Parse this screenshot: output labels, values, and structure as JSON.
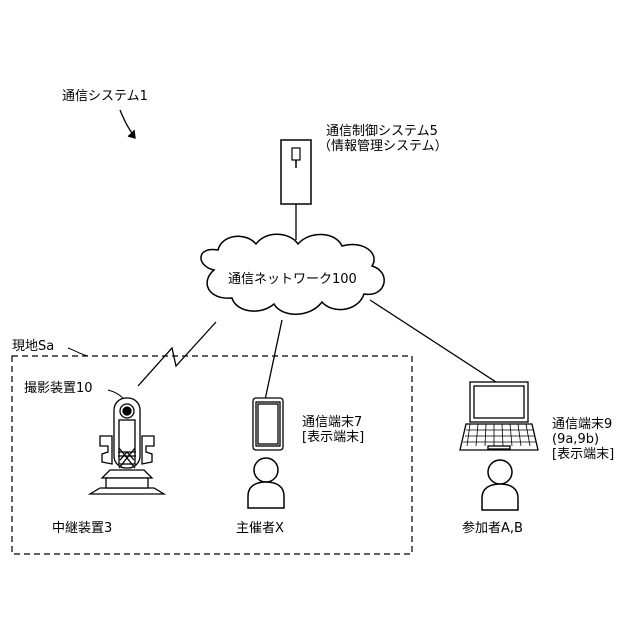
{
  "system": {
    "label": "通信システム1"
  },
  "control_system": {
    "line1": "通信制御システム5",
    "line2": "（情報管理システム）"
  },
  "network": {
    "label": "通信ネットワーク100"
  },
  "site": {
    "label": "現地Sa"
  },
  "camera": {
    "label": "撮影装置10"
  },
  "relay": {
    "label": "中継装置3"
  },
  "tablet": {
    "line1": "通信端末7",
    "line2": "[表示端末]"
  },
  "host": {
    "label": "主催者X"
  },
  "laptop": {
    "line1": "通信端末9",
    "line2": "(9a,9b)",
    "line3": "[表示端末]"
  },
  "participant": {
    "label": "参加者A,B"
  }
}
